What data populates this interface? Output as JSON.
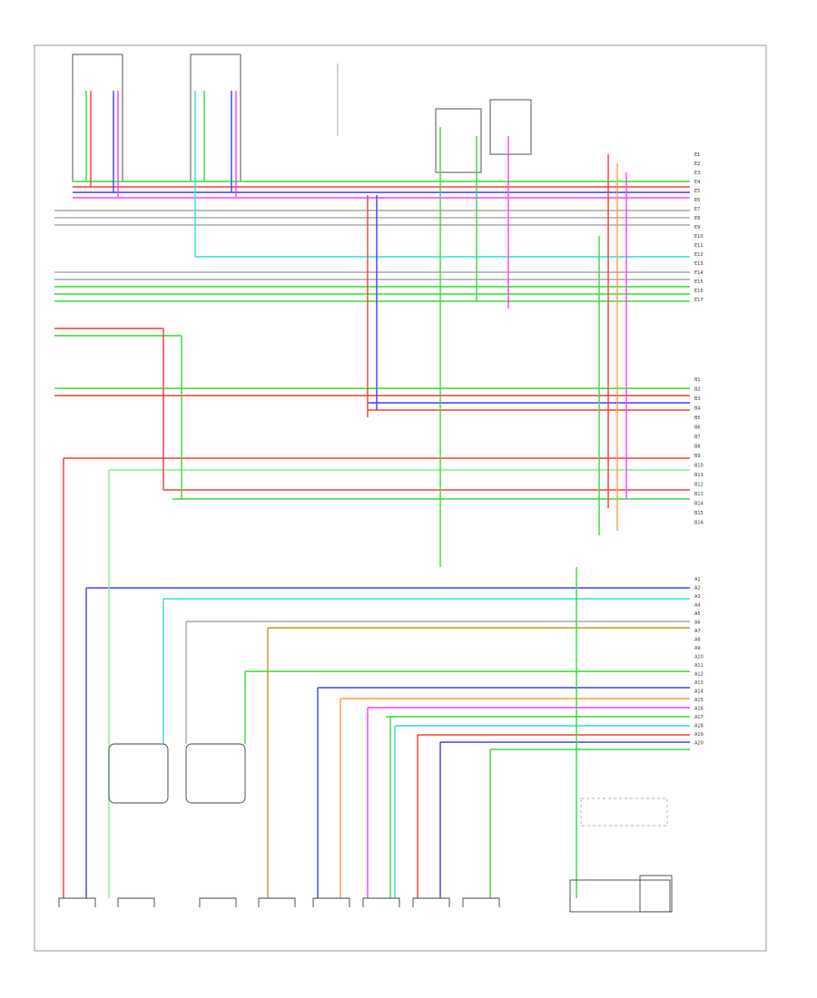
{
  "colors": {
    "red": "#ff3b3b",
    "green": "#3bdc3b",
    "blue": "#4040ff",
    "pink": "#ff40ff",
    "cyan": "#33dddd",
    "orange": "#ffa040",
    "brown": "#c8961e",
    "gray": "#aaaaaa",
    "black": "#222222",
    "lightgreen": "#88ee88"
  },
  "connector_labels": {
    "top_right": [
      "E1",
      "E2",
      "E3",
      "E4",
      "E5",
      "E6",
      "E7",
      "E8",
      "E9",
      "E10",
      "E11",
      "E12",
      "E13",
      "E14",
      "E15",
      "E16",
      "E17"
    ],
    "mid_right": [
      "B1",
      "B2",
      "B3",
      "B4",
      "B5",
      "B6",
      "B7",
      "B8",
      "B9",
      "B10",
      "B11",
      "B12",
      "B13",
      "B14",
      "B15",
      "B16"
    ],
    "lower_right": [
      "A1",
      "A2",
      "A3",
      "A4",
      "A5",
      "A6",
      "A7",
      "A8",
      "A9",
      "A10",
      "A11",
      "A12",
      "A13",
      "A14",
      "A15",
      "A16",
      "A17",
      "A18",
      "A19",
      "A20"
    ]
  },
  "bottom_components": [
    {
      "id": "c1"
    },
    {
      "id": "c2"
    },
    {
      "id": "c3"
    },
    {
      "id": "c4"
    },
    {
      "id": "c5"
    },
    {
      "id": "c6"
    },
    {
      "id": "c7"
    },
    {
      "id": "c8"
    },
    {
      "id": "c9"
    },
    {
      "id": "c10"
    }
  ]
}
